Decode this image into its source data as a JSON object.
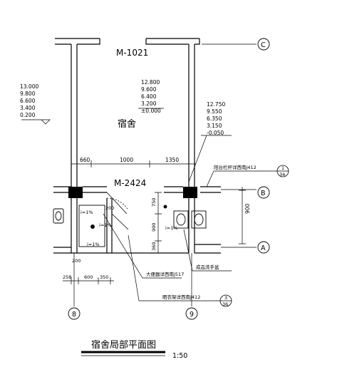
{
  "drawing": {
    "title": "宿舍局部平面图",
    "scale": "1:50",
    "room_name": "宿舍",
    "door_top": "M-1021",
    "door_mid": "M-2424",
    "grid_c": "C",
    "grid_b": "B",
    "grid_a": "A",
    "grid_8": "8",
    "grid_9": "9",
    "elev_left": [
      "13.000",
      "9.800",
      "6.600",
      "3.400",
      "0.200"
    ],
    "elev_center": [
      "12.800",
      "9.600",
      "6.400",
      "3.200",
      "±0.000"
    ],
    "elev_right": [
      "12.750",
      "9.550",
      "6.350",
      "3.150",
      "-0.050"
    ],
    "dims_top": [
      "660",
      "1000",
      "1350"
    ],
    "dims_right": [
      "900"
    ],
    "dims_inner": [
      "750",
      "900",
      "360"
    ],
    "dims_bottom": [
      "258",
      "600",
      "350"
    ],
    "slope_1": "i=1%",
    "slope_2": "i=1%",
    "slope_3": "i=1%",
    "slope_4": "i=1%",
    "small_dim": "200",
    "small_dim_2": "200",
    "note_railing": "阳台栏杆详西南J412",
    "note_railing_ref": "1",
    "note_railing_sheet": "34",
    "note_basin": "成品洗手盆",
    "note_urinal": "大便器详西南J517",
    "note_shelf": "晒衣架详西南J412",
    "note_shelf_ref": "3",
    "note_shelf_sheet": "36"
  }
}
